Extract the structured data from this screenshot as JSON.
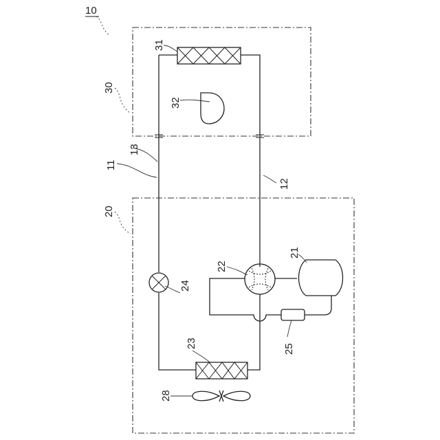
{
  "labels": {
    "system": "10",
    "pipe_main": "11",
    "pipe_right": "12",
    "pipe_left": "13",
    "outdoor_unit": "20",
    "compressor": "21",
    "four_way_valve": "22",
    "outdoor_heat_exchanger": "23",
    "expansion_valve": "24",
    "accumulator": "25",
    "outdoor_fan": "28",
    "indoor_unit": "30",
    "indoor_heat_exchanger": "31",
    "indoor_fan": "32"
  }
}
